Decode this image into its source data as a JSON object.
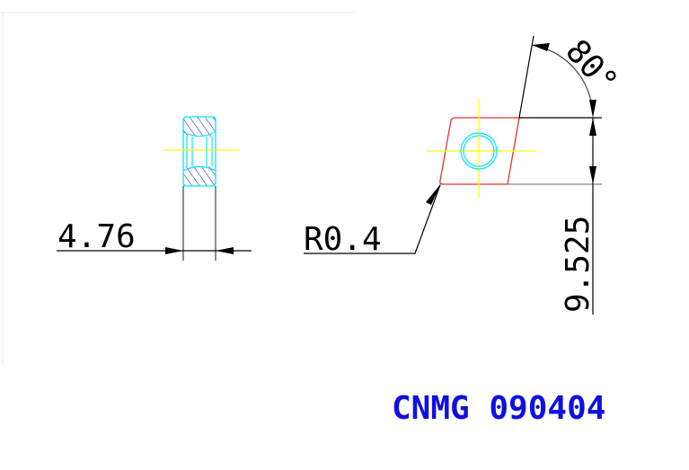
{
  "drawing": {
    "thickness_label": "4.76",
    "radius_label": "R0.4",
    "inscribed_circle_label": "9.525",
    "angle_label": "80°",
    "designation": "CNMG 090404"
  },
  "colors": {
    "outline_side": "#00e5ff",
    "hatch": "#3030c0",
    "outline_top": "#e03030",
    "centerline": "#ffff00",
    "hole": "#00e5ff",
    "dimension": "#000000",
    "designation": "#1010e0"
  }
}
